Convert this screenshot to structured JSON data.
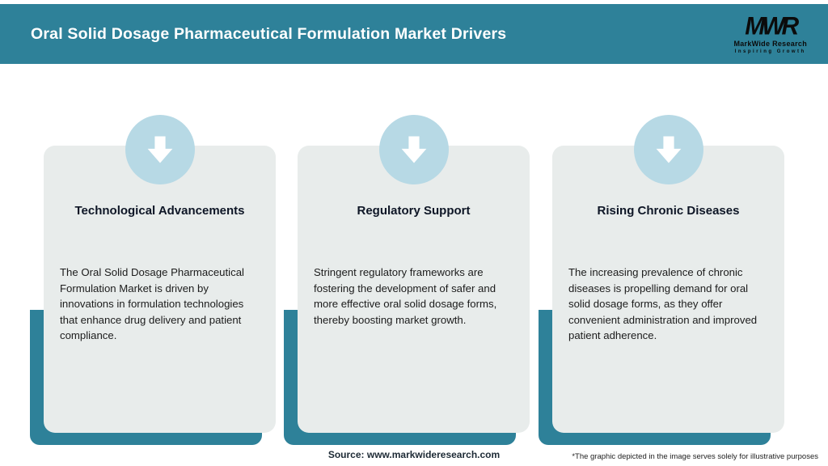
{
  "header": {
    "title": "Oral Solid Dosage Pharmaceutical Formulation Market Drivers",
    "logo": {
      "monogram": "MWR",
      "name": "MarkWide Research",
      "tagline": "Inspiring Growth"
    }
  },
  "cards": [
    {
      "title": "Technological Advancements",
      "body": "The Oral Solid Dosage Pharmaceutical Formulation Market is driven by innovations in formulation technologies that enhance drug delivery and patient compliance."
    },
    {
      "title": "Regulatory Support",
      "body": "Stringent regulatory frameworks are fostering the development of safer and more effective oral solid dosage forms, thereby boosting market growth."
    },
    {
      "title": "Rising Chronic Diseases",
      "body": "The increasing prevalence of chronic diseases is propelling demand for oral solid dosage forms, as they offer convenient administration and improved patient adherence."
    }
  ],
  "footer": {
    "source": "Source: www.markwideresearch.com",
    "disclaimer": "*The graphic depicted in the image serves solely for illustrative purposes"
  },
  "colors": {
    "header_teal": "#2e8199",
    "card_background": "#e8eceb",
    "circle_blue": "#b7d9e5",
    "arrow": "#ffffff"
  },
  "icons": {
    "card_icon": "down-arrow-icon"
  }
}
